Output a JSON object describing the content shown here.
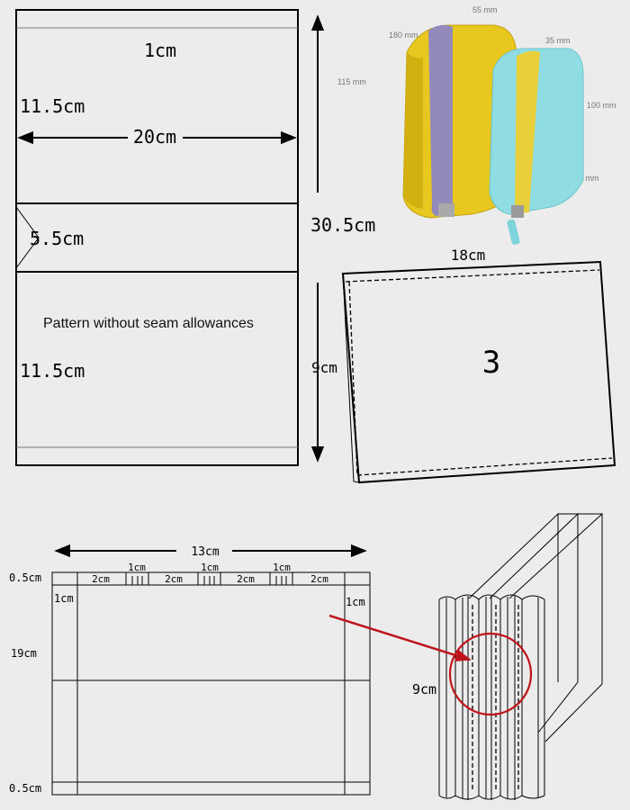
{
  "pattern1": {
    "top_band": "1cm",
    "upper_height": "11.5cm",
    "width": "20cm",
    "middle_height": "5.5cm",
    "note": "Pattern without seam allowances",
    "lower_height": "11.5cm",
    "total_height": "30.5cm"
  },
  "photo": {
    "dims": [
      "55 mm",
      "180 mm",
      "115 mm",
      "35 mm",
      "100 mm",
      "180 mm"
    ],
    "colors": {
      "yellow_case": "#e8c81e",
      "blue_case": "#8fdde3",
      "zipper_yellow": "#8e86c4",
      "zipper_blue": "#e9cf3a"
    }
  },
  "pattern3": {
    "width": "18cm",
    "height": "9cm",
    "number": "3"
  },
  "pattern4": {
    "width": "13cm",
    "top_seam": "0.5cm",
    "pleat_labels": [
      "2cm",
      "1cm",
      "2cm",
      "1cm",
      "2cm",
      "1cm",
      "2cm"
    ],
    "left_margin": "1cm",
    "right_margin": "1cm",
    "height": "19cm",
    "bottom_seam": "0.5cm"
  },
  "pleat_view": {
    "height": "9cm",
    "highlight_color": "#c0141c"
  }
}
